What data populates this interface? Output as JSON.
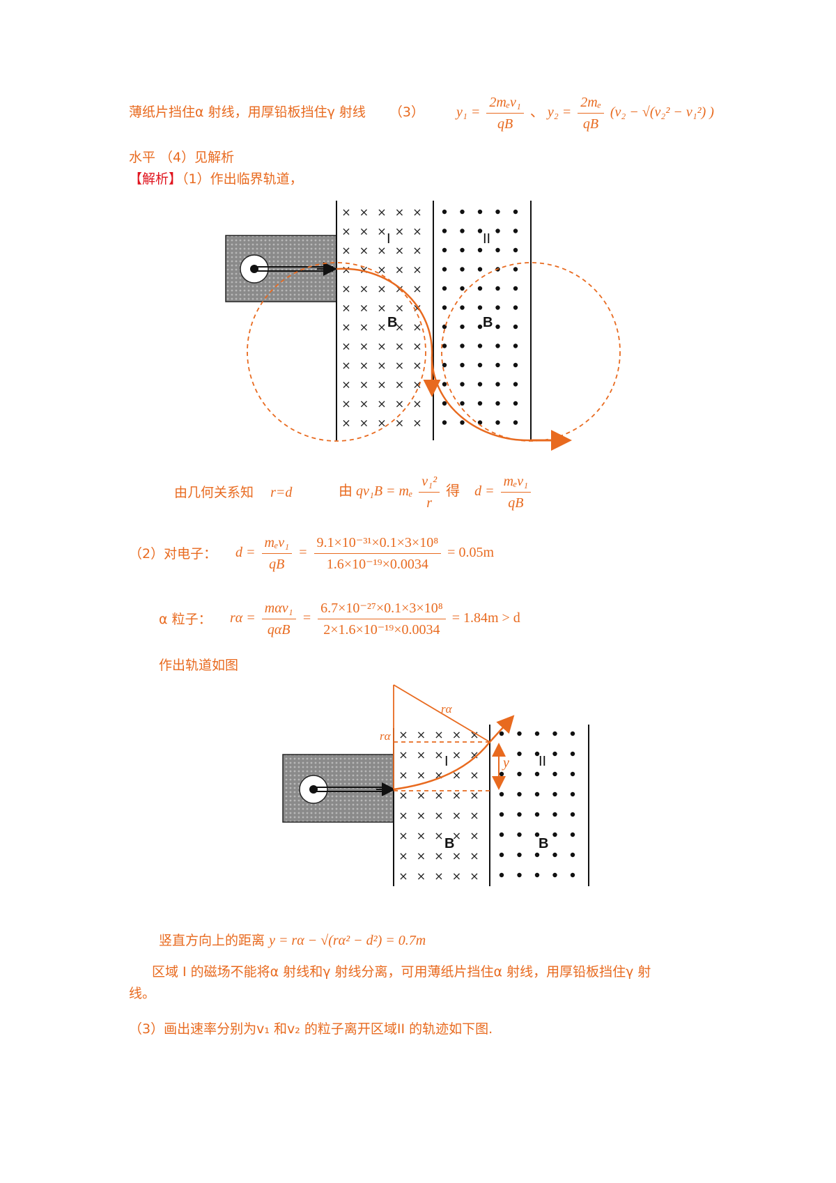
{
  "answers": {
    "line1_text": "薄纸片挡住α 射线，用厚铅板挡住γ 射线",
    "part3_label": "（3）",
    "y1_lhs": "y₁ =",
    "y1_num": "2mₑv₁",
    "y1_den": "qB",
    "sep": "、",
    "y2_lhs": "y₂ =",
    "y2_num": "2mₑ",
    "y2_den": "qB",
    "y2_tail": "(v₂ − √(v₂² − v₁²) )",
    "line2_text": "水平 （4）见解析"
  },
  "analysis": {
    "tag": "【解析】",
    "part1": "（1）作出临界轨道，"
  },
  "figure1": {
    "region_labels": [
      "I",
      "II"
    ],
    "field_labels": [
      "B",
      "B"
    ]
  },
  "geometry_line": {
    "text": "由几何关系知",
    "rel": "r=d",
    "by": "由",
    "eq_lhs": "qv₁B = mₑ",
    "eq_num": "v₁²",
    "eq_den": "r",
    "de": "得",
    "d_lhs": "d =",
    "d_num": "mₑv₁",
    "d_den": "qB"
  },
  "part2": {
    "label": "（2）对电子：",
    "lhs": "d =",
    "f1_num": "mₑv₁",
    "f1_den": "qB",
    "eq": "=",
    "f2_num": "9.1×10⁻³¹×0.1×3×10⁸",
    "f2_den": "1.6×10⁻¹⁹×0.0034",
    "result": "= 0.05m"
  },
  "alpha": {
    "label": "α 粒子：",
    "lhs": "rα =",
    "f1_num": "mαv₁",
    "f1_den": "qαB",
    "eq": "=",
    "f2_num": "6.7×10⁻²⁷×0.1×3×10⁸",
    "f2_den": "2×1.6×10⁻¹⁹×0.0034",
    "result": "= 1.84m > d"
  },
  "orbit_line": "作出轨道如图",
  "figure2": {
    "r_label_top": "rα",
    "r_label_left": "rα",
    "y_label": "y",
    "region_labels": [
      "I",
      "II"
    ],
    "field_labels": [
      "B",
      "B"
    ]
  },
  "vertical_line": {
    "text": "竖直方向上的距离",
    "eq": "y = rα − √(rα² − d²) = 0.7m"
  },
  "conclusion": {
    "line1": "区域 I 的磁场不能将α 射线和γ 射线分离，可用薄纸片挡住α 射线，用厚铅板挡住γ 射",
    "line2": "线。"
  },
  "part3_text": "（3）画出速率分别为v₁ 和v₂ 的粒子离开区域II 的轨迹如下图."
}
